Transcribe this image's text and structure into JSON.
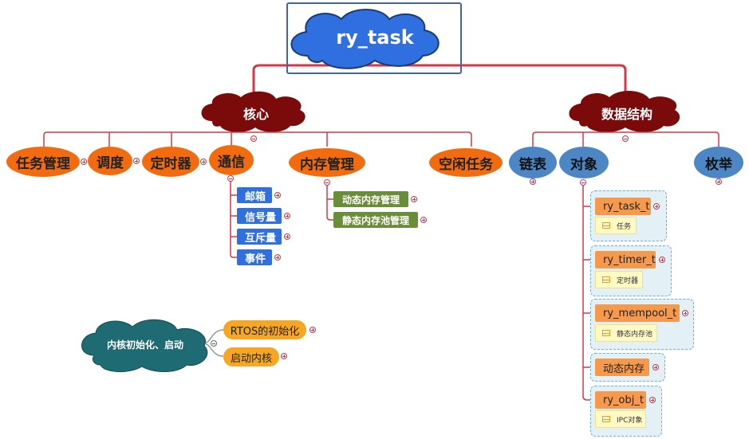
{
  "root": {
    "label": "ry_task"
  },
  "core": {
    "label": "核心",
    "children": [
      "任务管理",
      "调度",
      "定时器",
      "通信",
      "内存管理",
      "空闲任务"
    ],
    "comm_items": [
      "邮箱",
      "信号量",
      "互斥量",
      "事件"
    ],
    "memory_items": [
      "动态内存管理",
      "静态内存池管理"
    ]
  },
  "data_struct": {
    "label": "数据结构",
    "children": [
      "链表",
      "对象",
      "枚举"
    ],
    "objects": [
      {
        "name": "ry_task_t",
        "note": "任务"
      },
      {
        "name": "ry_timer_t",
        "note": "定时器"
      },
      {
        "name": "ry_mempool_t",
        "note": "静态内存池"
      },
      {
        "name": "动态内存",
        "note": ""
      },
      {
        "name": "ry_obj_t",
        "note": "IPC对象"
      }
    ]
  },
  "floating": {
    "label": "内核初始化、启动",
    "items": [
      "RTOS的初始化",
      "启动内核"
    ]
  },
  "colors": {
    "root_cloud": "#2f6fe0",
    "level1_cloud": "#7b0a0a",
    "connector": "#d0394a",
    "task_orange": "#f26c0f",
    "ds_blue": "#4d86c5",
    "float_cloud": "#1e6b73"
  }
}
